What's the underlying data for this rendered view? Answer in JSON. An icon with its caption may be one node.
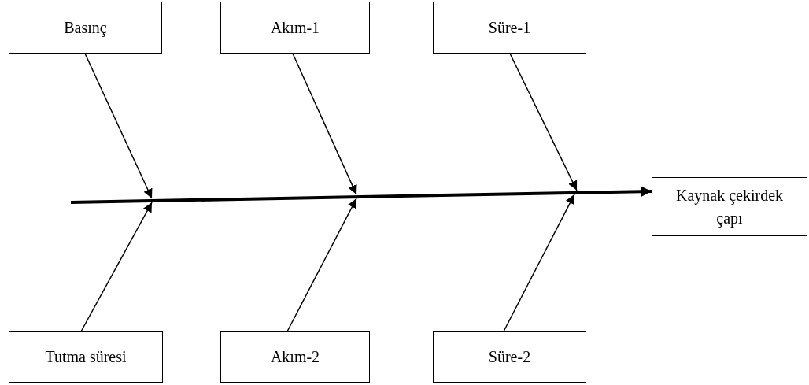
{
  "diagram": {
    "nodes": [
      {
        "text": [
          "Basınç"
        ]
      },
      {
        "text": [
          "Akım-1"
        ]
      },
      {
        "text": [
          "Süre-1"
        ]
      },
      {
        "text": [
          "Kaynak çekirdek çapı"
        ]
      },
      {
        "text": [
          "Tutma süresi"
        ]
      },
      {
        "text": [
          "Akım-2"
        ]
      },
      {
        "text": [
          "Süre-2"
        ]
      }
    ],
    "edges": [
      {
        "from": null,
        "to": 3,
        "arrow": "to",
        "style": "thick"
      },
      {
        "from": 0,
        "to": null,
        "arrow": "to"
      },
      {
        "from": 1,
        "to": null,
        "arrow": "to"
      },
      {
        "from": 2,
        "to": null,
        "arrow": "to"
      },
      {
        "from": 4,
        "to": null,
        "arrow": "to"
      },
      {
        "from": 5,
        "to": null,
        "arrow": "to"
      },
      {
        "from": 6,
        "to": null,
        "arrow": "to"
      }
    ]
  }
}
